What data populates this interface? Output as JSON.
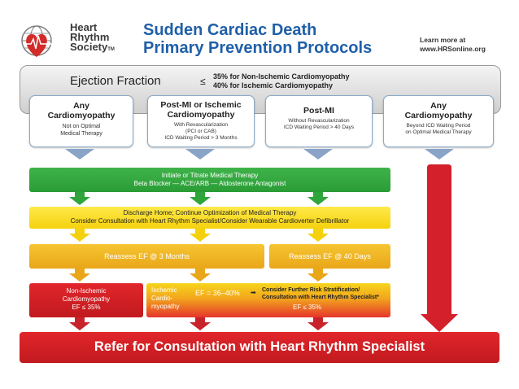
{
  "logo": {
    "line1": "Heart",
    "line2": "Rhythm",
    "line3": "Society",
    "tm": "TM"
  },
  "title": {
    "line1": "Sudden Cardiac Death",
    "line2": "Primary Prevention Protocols"
  },
  "learn_more": {
    "line1": "Learn more at",
    "line2": "www.HRSonline.org"
  },
  "ejection_fraction": {
    "label": "Ejection Fraction",
    "symbol": "≤",
    "criteria1": "35% for Non-Ischemic Cardiomyopathy",
    "criteria2": "40% for Ischemic Cardiomyopathy"
  },
  "categories": [
    {
      "title": "Any Cardiomyopathy",
      "sub": "Not on Optimal Medical Therapy"
    },
    {
      "title": "Post-MI or Ischemic Cardiomyopathy",
      "sub1": "With Revascularization",
      "sub2": "(PCI or CAB)",
      "sub3": "ICD Waiting Period > 3 Months"
    },
    {
      "title": "Post-MI",
      "sub1": "Without Revascularization",
      "sub2": "ICD Waiting Period > 40 Days"
    },
    {
      "title": "Any Cardiomyopathy",
      "sub1": "Beyond ICD Waiting Period",
      "sub2": "on Optimal Medical Therapy"
    }
  ],
  "medical_therapy": {
    "line1": "Initiate or Titrate Medical Therapy",
    "line2": "Beta Blocker — ACE/ARB — Aldosterone Antagonist"
  },
  "discharge": {
    "line1": "Discharge Home; Continue Optimization of Medical Therapy",
    "line2": "Consider Consultation with Heart Rhythm Specialist/Consider Wearable Cardioverter Defibrillator"
  },
  "reassess_3m": "Reassess EF @ 3 Months",
  "reassess_40d": "Reassess EF @ 40 Days",
  "nonischemic": {
    "line1": "Non-Ischemic",
    "line2": "Cardiomyopathy",
    "ef": "EF  ≤  35%"
  },
  "ischemic": {
    "label1": "Ischemic",
    "label2": "Cardio-",
    "label3": "myopathy",
    "ef_range": "EF = 36–40%",
    "arrow": "➡",
    "further1": "Consider Further Risk Stratification/",
    "further2": "Consultation with Heart Rhythm Specialist*",
    "ef_low": "EF ≤ 35%"
  },
  "refer": "Refer for Consultation with Heart Rhythm Specialist",
  "colors": {
    "blue_title": "#1f5fa8",
    "green": "#2fa53c",
    "yellow": "#f5d10d",
    "orange": "#e9a619",
    "red": "#d3202a",
    "arrow_blue": "#8aa4c8"
  }
}
